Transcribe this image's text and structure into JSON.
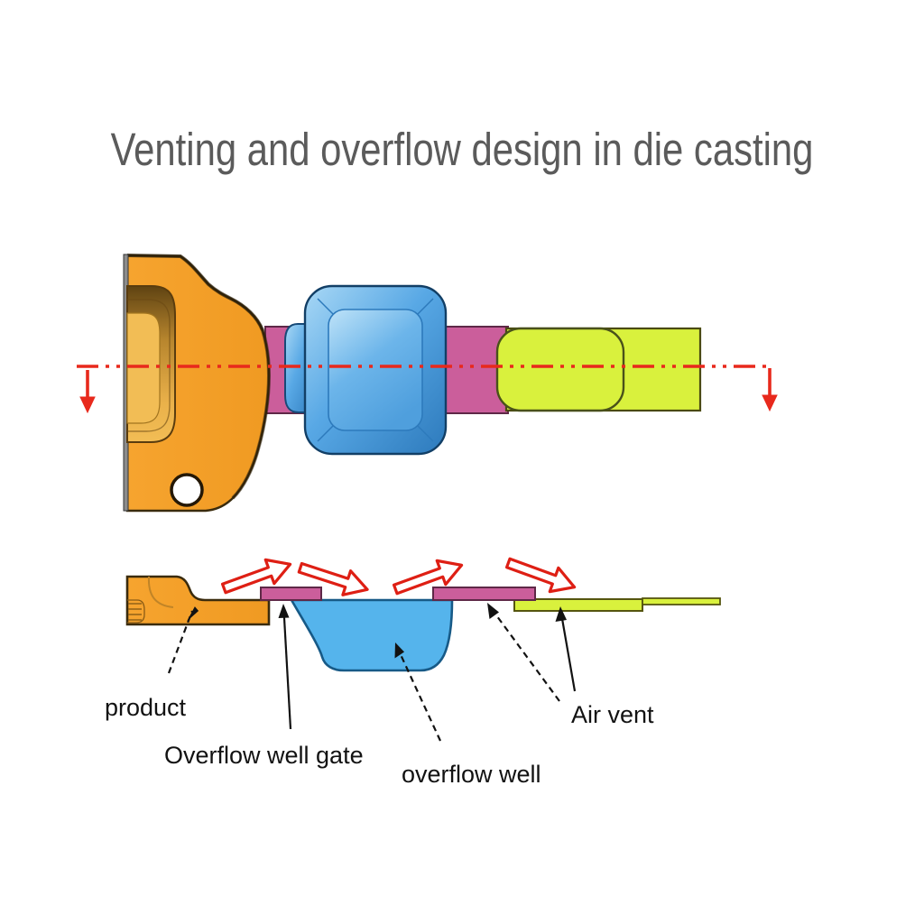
{
  "title": "Venting and overflow design in die casting",
  "labels": {
    "product": "product",
    "overflow_well_gate": "Overflow well gate",
    "overflow_well": "overflow well",
    "air_vent": "Air vent"
  },
  "colors": {
    "product_orange": "#F49E29",
    "runner_pink": "#CB5E9B",
    "overflow_blue": "#55B4EC",
    "vent_yellow": "#D9F13D",
    "centerline_red": "#E8291C",
    "flow_arrow_red": "#DE1F14",
    "title_gray": "#5B5B5B",
    "label_black": "#121212",
    "outline_dark": "#3A2B0D"
  }
}
